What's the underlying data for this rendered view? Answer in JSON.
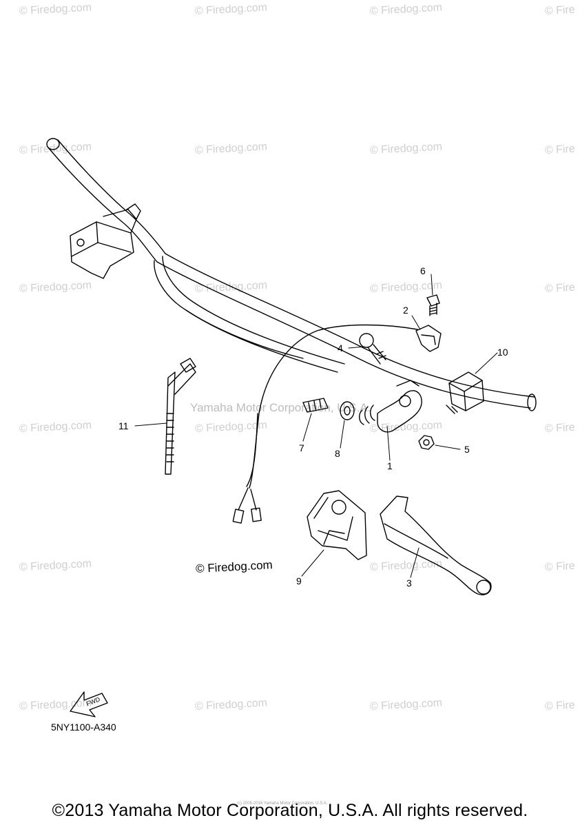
{
  "watermark": {
    "text": "© Firedog.com",
    "partial_text": "© Fire"
  },
  "center_watermark": "Yamaha Motor Corporation, U.S.A.",
  "credit_watermark": "© Firedog.com",
  "callouts": {
    "c1": "1",
    "c2": "2",
    "c3": "3",
    "c4": "4",
    "c5": "5",
    "c6": "6",
    "c7": "7",
    "c8": "8",
    "c9": "9",
    "c10": "10",
    "c11": "11"
  },
  "fwd_label": "FWD",
  "diagram_code": "5NY1100-A340",
  "tiny_notice": "(c) 2005-2016 Yamaha Motor Corporation, U.S.A.",
  "copyright": "©2013 Yamaha Motor Corporation, U.S.A. All rights reserved."
}
